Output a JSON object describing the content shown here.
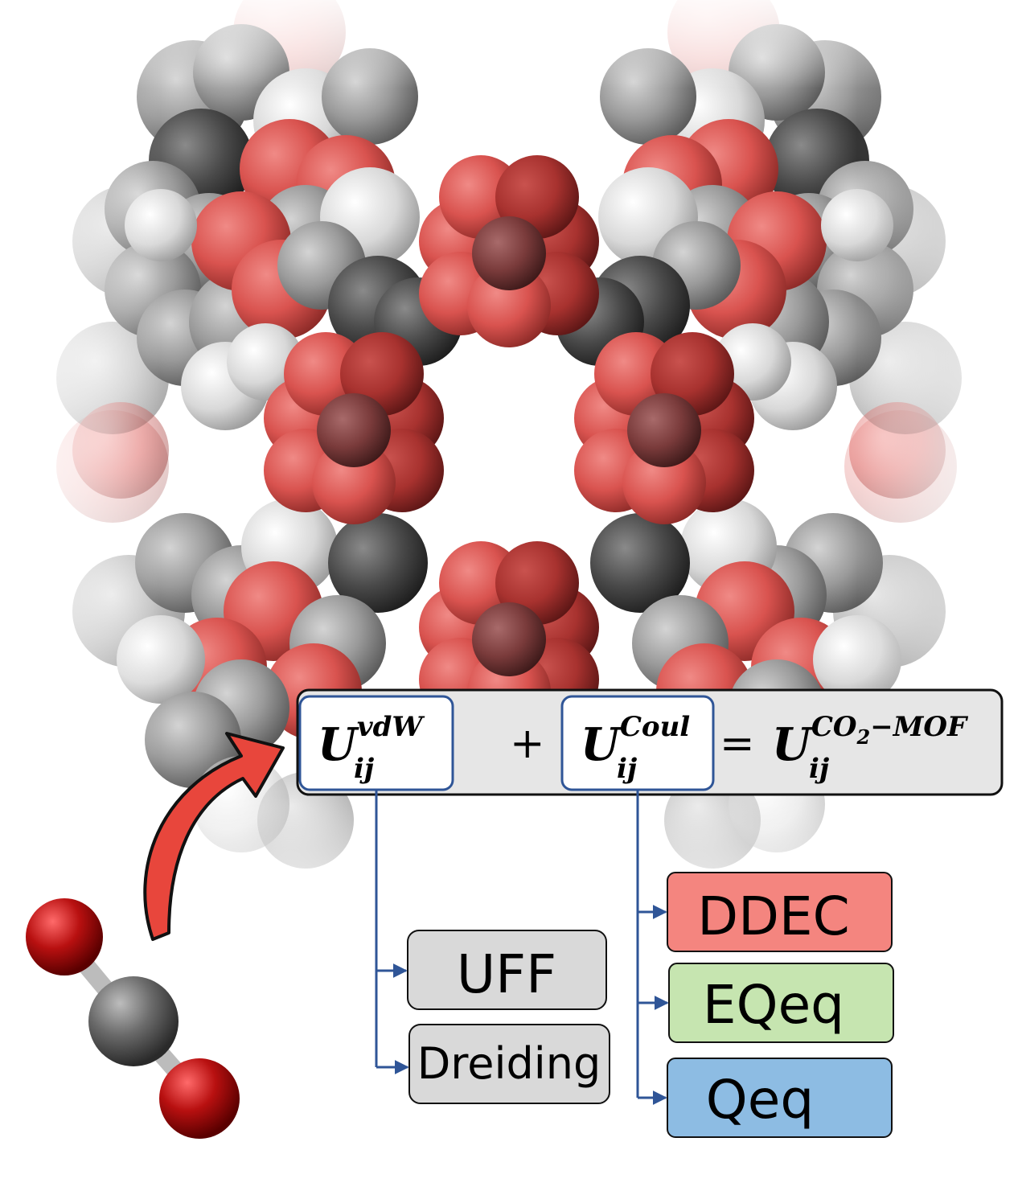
{
  "equation": {
    "term_vdw": {
      "base": "U",
      "superscript": "vdW",
      "subscript": "ij"
    },
    "plus": "+",
    "term_coul": {
      "base": "U",
      "superscript": "Coul",
      "subscript": "ij"
    },
    "equals": "=",
    "result": {
      "base": "U",
      "superscript_main": "CO",
      "superscript_sub": "2",
      "superscript_rest": "−MOF",
      "subscript": "ij"
    }
  },
  "vdw_methods": [
    "UFF",
    "Dreiding"
  ],
  "charge_methods": [
    "DDEC",
    "EQeq",
    "Qeq"
  ],
  "colors": {
    "oxygen": "#d9534f",
    "oxygen_dark": "#a8322f",
    "carbon": "#9a9a9a",
    "carbon_dark": "#4a4a4a",
    "hydrogen": "#d8d8d8",
    "metal": "#7a3b3b",
    "connector": "#2f5597",
    "arrow": "#e8463c",
    "uff_box": "#d9d9d9",
    "ddec_box": "#f4857f",
    "eqeq_box": "#c6e5b0",
    "qeq_box": "#8dbce3",
    "equation_box": "#e6e6e6"
  }
}
